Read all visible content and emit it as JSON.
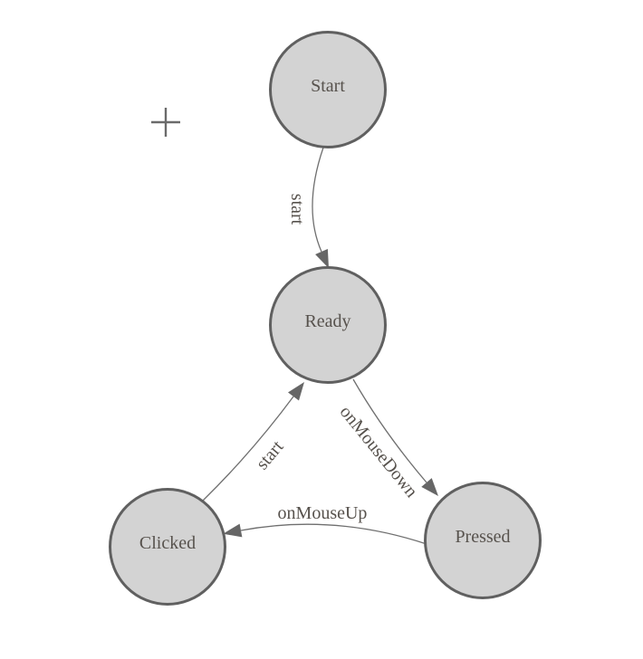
{
  "diagram": {
    "nodes": [
      {
        "id": "start",
        "label": "Start"
      },
      {
        "id": "ready",
        "label": "Ready"
      },
      {
        "id": "clicked",
        "label": "Clicked"
      },
      {
        "id": "pressed",
        "label": "Pressed"
      }
    ],
    "edges": [
      {
        "from": "Start",
        "to": "Ready",
        "label": "start"
      },
      {
        "from": "Clicked",
        "to": "Ready",
        "label": "start"
      },
      {
        "from": "Ready",
        "to": "Pressed",
        "label": "onMouseDown"
      },
      {
        "from": "Pressed",
        "to": "Clicked",
        "label": "onMouseUp"
      }
    ],
    "colors": {
      "background": "#ffffff",
      "node_fill": "#d3d3d3",
      "node_stroke": "#606060",
      "edge_stroke": "#6f6f6f",
      "arrow_fill": "#666666",
      "text": "#57524d",
      "crosshair": "#6b6b6b"
    }
  }
}
